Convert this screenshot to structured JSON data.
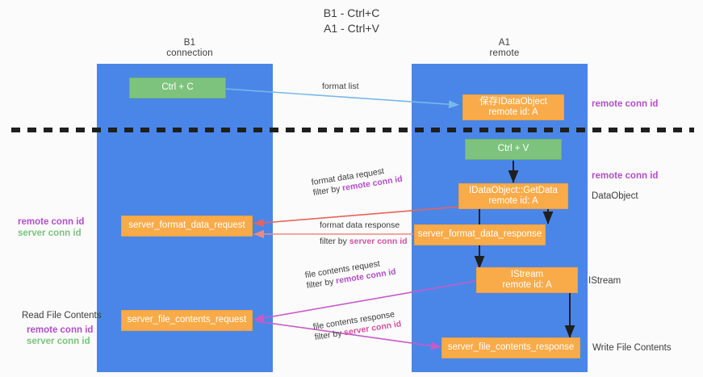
{
  "title": {
    "line1": "B1 - Ctrl+C",
    "line2": "A1 - Ctrl+V"
  },
  "lanes": [
    {
      "id": "b1",
      "head_line1": "B1",
      "head_line2": "connection",
      "color": "#4a86e8"
    },
    {
      "id": "a1",
      "head_line1": "A1",
      "head_line2": "remote",
      "color": "#4a86e8"
    }
  ],
  "nodes": {
    "ctrl_c": {
      "line1": "Ctrl + C",
      "line2": "",
      "color": "#7dc37d"
    },
    "save_idataobject": {
      "line1": "保存IDataObject",
      "line2": "remote id: A",
      "color": "#f9ab49"
    },
    "ctrl_v": {
      "line1": "Ctrl + V",
      "line2": "",
      "color": "#7dc37d"
    },
    "getdata": {
      "line1": "IDataObject::GetData",
      "line2": "remote id: A",
      "color": "#f9ab49"
    },
    "format_data_request": {
      "line1": "server_format_data_request",
      "line2": "",
      "color": "#f9ab49"
    },
    "format_data_response": {
      "line1": "server_format_data_response",
      "line2": "",
      "color": "#f9ab49"
    },
    "istream": {
      "line1": "IStream",
      "line2": "remote id: A",
      "color": "#f9ab49"
    },
    "file_contents_request": {
      "line1": "server_file_contents_request",
      "line2": "",
      "color": "#f9ab49"
    },
    "file_contents_response": {
      "line1": "server_file_contents_response",
      "line2": "",
      "color": "#f9ab49"
    }
  },
  "arrow_labels": {
    "format_list": {
      "text": "format list",
      "color": "#3c3c3c"
    },
    "format_data_request": {
      "line1": "format data request",
      "line2_prefix": "filter by ",
      "line2_hl": "remote conn id",
      "hl_color": "#b24ec9"
    },
    "format_data_response": {
      "line1": "format data response",
      "line2_prefix": "filter by ",
      "line2_hl": "server conn id",
      "hl_color": "#d94fa0"
    },
    "file_contents_request": {
      "line1": "file contents request",
      "line2_prefix": "filter by ",
      "line2_hl": "remote conn id",
      "hl_color": "#b24ec9"
    },
    "file_contents_response": {
      "line1": "file contents response",
      "line2_prefix": "filter by ",
      "line2_hl": "server conn id",
      "hl_color": "#d94fa0"
    }
  },
  "side_labels": {
    "right_remote_conn_id_top": "remote conn id",
    "right_remote_conn_id_mid": "remote conn id",
    "right_dataobject": "DataObject",
    "right_istream": "IStream",
    "right_write_file_contents": "Write File Contents",
    "left_remote_conn_id_top": "remote conn id",
    "left_server_conn_id_top": "server conn id",
    "left_read_file_contents": "Read File Contents",
    "left_remote_conn_id_bottom": "remote conn id",
    "left_server_conn_id_bottom": "server conn id"
  },
  "colors": {
    "lane": "#4a86e8",
    "green_node": "#7dc37d",
    "orange_node": "#f9ab49",
    "purple": "#b24ec9",
    "pink": "#d94fa0",
    "green_text": "#79c47c",
    "light_blue_arrow": "#7ab8e8",
    "red_arrow": "#e8635a",
    "salmon_arrow": "#ef8a7e",
    "magenta_arrow": "#c85ac8",
    "dark_arrow": "#1f1f1f",
    "divider": "#1f1f1f",
    "background": "#fbfbfb"
  }
}
